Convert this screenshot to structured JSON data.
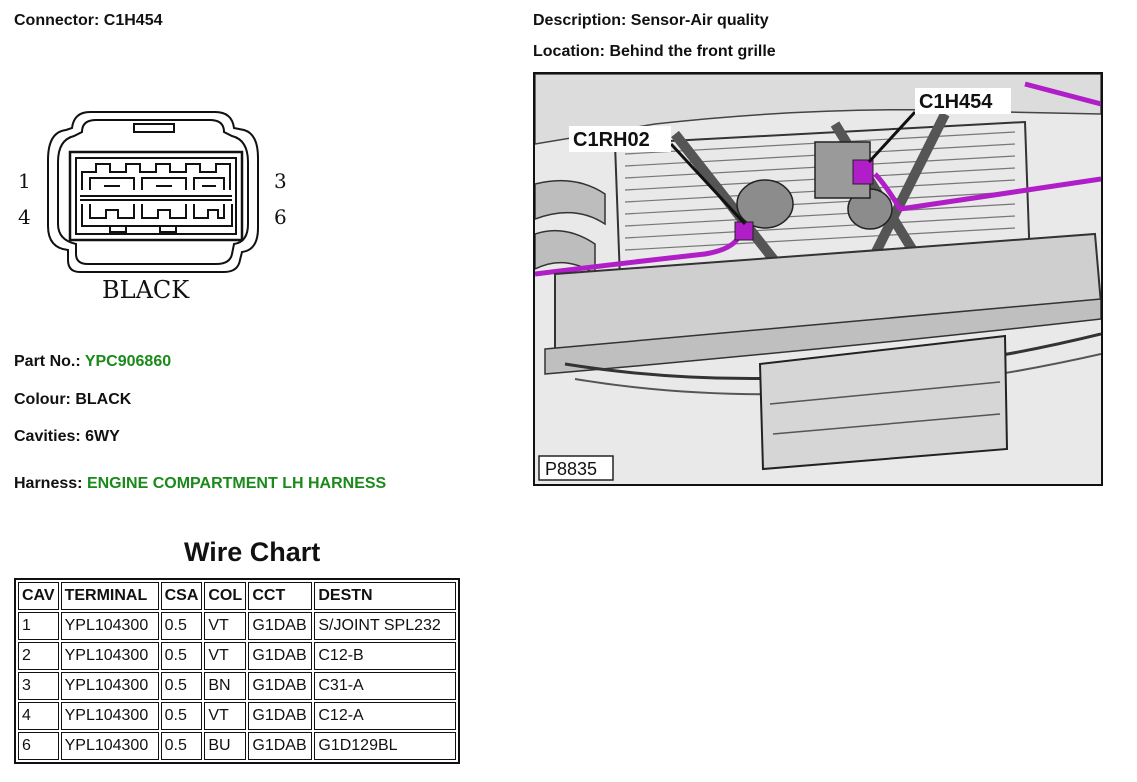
{
  "connector": {
    "label": "Connector:",
    "value": "C1H454"
  },
  "description": {
    "label": "Description:",
    "value": "Sensor-Air quality"
  },
  "location": {
    "label": "Location:",
    "value": "Behind the front grille"
  },
  "diagram": {
    "pin_labels": [
      "1",
      "3",
      "4",
      "6"
    ],
    "color_text": "BLACK"
  },
  "part_no": {
    "label": "Part No.:",
    "value": "YPC906860"
  },
  "colour": {
    "label": "Colour:",
    "value": "BLACK"
  },
  "cavities": {
    "label": "Cavities:",
    "value": "6WY"
  },
  "harness": {
    "label": "Harness:",
    "value": "ENGINE COMPARTMENT LH HARNESS"
  },
  "wire_chart": {
    "title": "Wire Chart",
    "headers": [
      "CAV",
      "TERMINAL",
      "CSA",
      "COL",
      "CCT",
      "DESTN"
    ],
    "rows": [
      [
        "1",
        "YPL104300",
        "0.5",
        "VT",
        "G1DAB",
        "S/JOINT SPL232"
      ],
      [
        "2",
        "YPL104300",
        "0.5",
        "VT",
        "G1DAB",
        "C12-B"
      ],
      [
        "3",
        "YPL104300",
        "0.5",
        "BN",
        "G1DAB",
        "C31-A"
      ],
      [
        "4",
        "YPL104300",
        "0.5",
        "VT",
        "G1DAB",
        "C12-A"
      ],
      [
        "6",
        "YPL104300",
        "0.5",
        "BU",
        "G1DAB",
        "G1D129BL"
      ]
    ]
  },
  "photo": {
    "callouts": [
      "C1H454",
      "C1RH02"
    ],
    "ref_code": "P8835"
  },
  "colors": {
    "accent_green": "#1a8a1a",
    "harness_purple": "#b01ec8"
  }
}
